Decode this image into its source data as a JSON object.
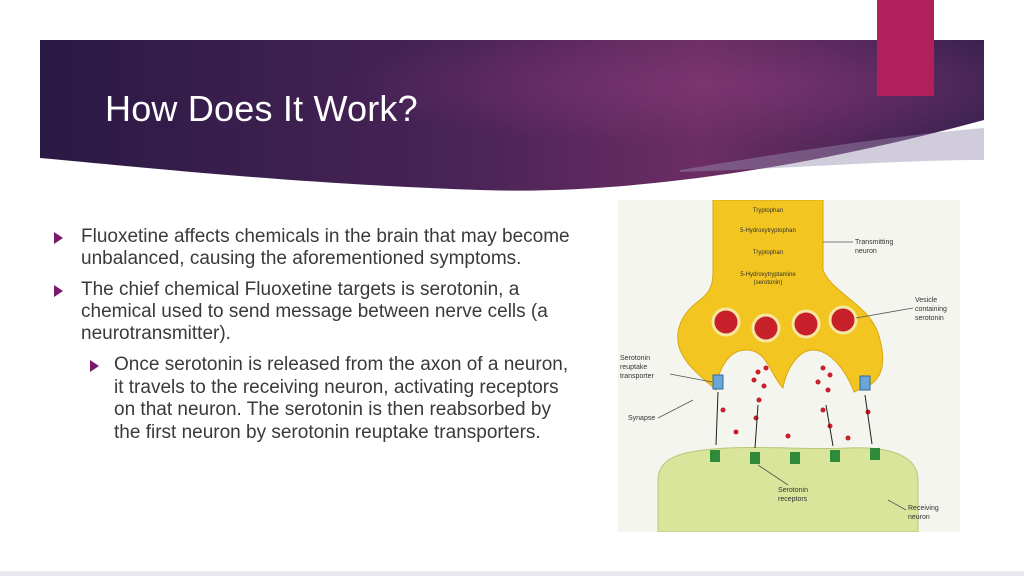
{
  "slide": {
    "title": "How Does It Work?",
    "bullets": [
      "Fluoxetine affects chemicals in the brain that may become unbalanced, causing the aforementioned symptoms.",
      "The chief chemical Fluoxetine targets is serotonin, a chemical used to send message between nerve cells (a neurotransmitter)."
    ],
    "sub_bullets": [
      "Once serotonin is released from the axon of a neuron, it travels to the receiving neuron, activating receptors on that neuron. The serotonin is then reabsorbed by the first neuron by serotonin reuptake transporters."
    ]
  },
  "diagram": {
    "pathway": [
      "Tryptophan",
      "5-Hydroxytryptophan",
      "Tryptophan",
      "5-Hydroxytryptamine",
      "(serotonin)"
    ],
    "labels": {
      "transmitting_1": "Transmitting",
      "transmitting_2": "neuron",
      "vesicle_1": "Vesicle",
      "vesicle_2": "containing",
      "vesicle_3": "serotonin",
      "reuptake_1": "Serotonin",
      "reuptake_2": "reuptake",
      "reuptake_3": "transporter",
      "synapse": "Synapse",
      "receptors_1": "Serotonin",
      "receptors_2": "receptors",
      "receiving_1": "Receiving",
      "receiving_2": "neuron"
    }
  },
  "colors": {
    "banner_dark": "#2b1a45",
    "banner_mid": "#5a2a63",
    "accent": "#b0215b",
    "bullet": "#7a1a6a",
    "neuron_top": "#f3c520",
    "neuron_bottom": "#d8e59a",
    "vesicle": "#c8202a"
  }
}
